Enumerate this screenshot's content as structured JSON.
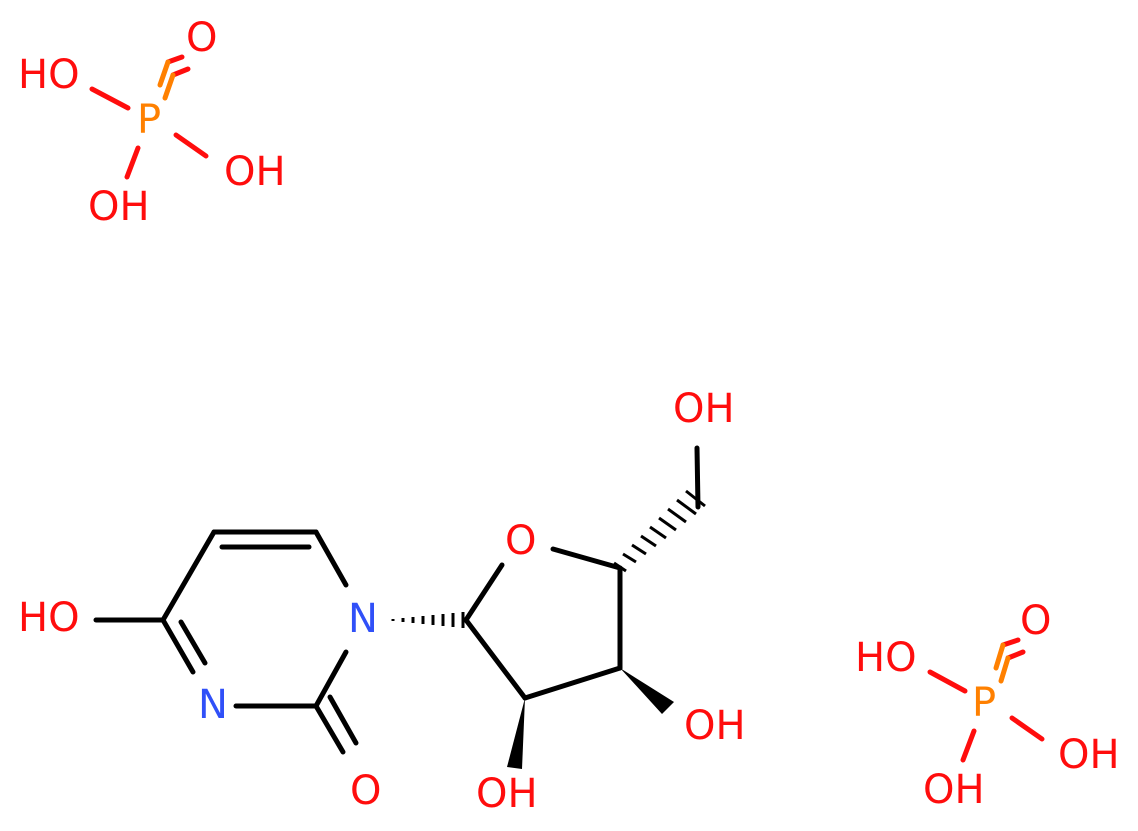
{
  "atoms": {
    "p1_ho_left": "HO",
    "p1_o_top": "O",
    "p1_p": "P",
    "p1_oh_right": "OH",
    "p1_oh_bottom": "OH",
    "p2_ho_left": "HO",
    "p2_o_top": "O",
    "p2_p": "P",
    "p2_oh_right": "OH",
    "p2_oh_bottom": "OH",
    "ring_o": "O",
    "n1": "N",
    "n3": "N",
    "ho_c4": "HO",
    "o_c2": "O",
    "oh_c5prime": "OH",
    "oh_c3prime": "OH",
    "oh_c2prime": "OH"
  },
  "colors": {
    "carbon_bond": "#000000",
    "oxygen": "#ff0d0d",
    "nitrogen": "#3050f8",
    "phosphorus": "#ff8000"
  }
}
